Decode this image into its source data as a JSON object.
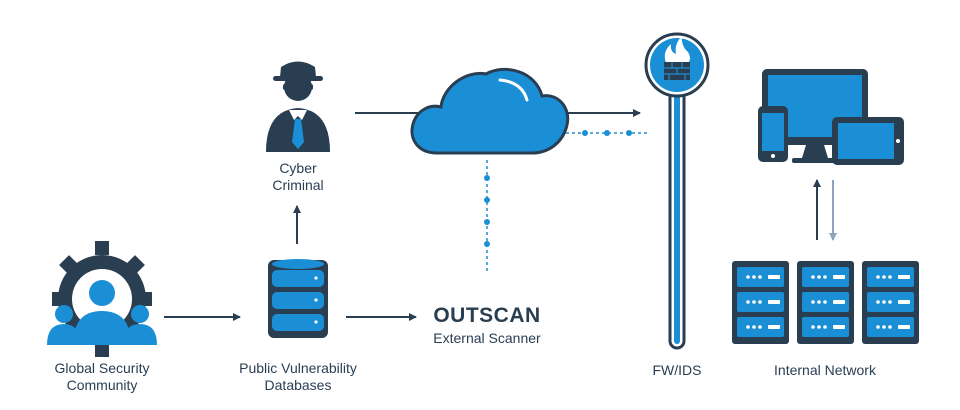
{
  "nodes": {
    "community": {
      "line1": "Global Security",
      "line2": "Community"
    },
    "databases": {
      "line1": "Public Vulnerability",
      "line2": "Databases"
    },
    "criminal": {
      "line1": "Cyber",
      "line2": "Criminal"
    },
    "outscan": {
      "title": "OUTSCAN",
      "subtitle": "External Scanner"
    },
    "firewall": {
      "label": "FW/IDS"
    },
    "internal": {
      "label": "Internal Network"
    }
  },
  "icons": {
    "community": "gear-people-icon",
    "databases": "database-icon",
    "criminal": "hacker-icon",
    "cloud": "cloud-icon",
    "firewall": "firewall-icon",
    "devices": "devices-icon",
    "servers": "server-rack-icon"
  },
  "colors": {
    "navy": "#2a3e52",
    "blue": "#1b8fd6",
    "light_blue": "#5aa9de",
    "gray_arrow": "#8aa4bb"
  }
}
